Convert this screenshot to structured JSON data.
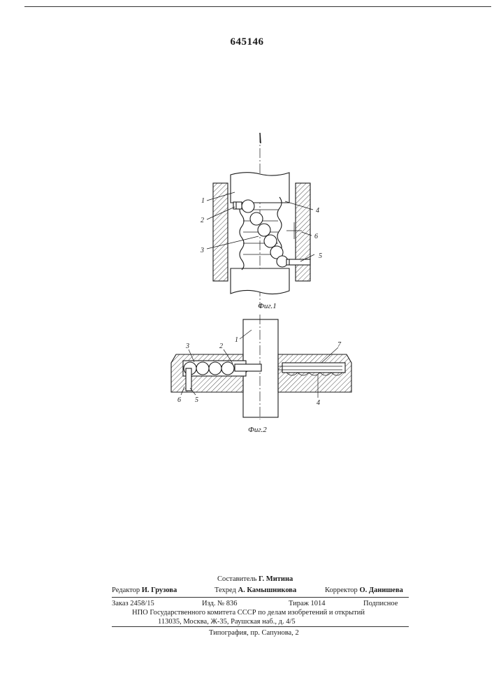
{
  "patent_number": "645146",
  "figures": {
    "fig1": {
      "caption": "Фиг.1",
      "labels": {
        "shaft": "1",
        "stop": "2",
        "ball": "3",
        "groove": "4",
        "pin": "5",
        "housing": "6"
      }
    },
    "fig2": {
      "caption": "Фиг.2",
      "labels": {
        "shaft": "1",
        "stop": "2",
        "ball": "3",
        "groove": "4",
        "pin": "5",
        "housing": "6",
        "channel": "7"
      }
    }
  },
  "imprint": {
    "composer": {
      "label": "Составитель",
      "name": "Г. Митина"
    },
    "editor": {
      "label": "Редактор",
      "name": "И. Грузова"
    },
    "techred": {
      "label": "Техред",
      "name": "А. Камышникова"
    },
    "corrector": {
      "label": "Корректор",
      "name": "О. Данишева"
    },
    "order": "Заказ 2458/15",
    "edition": "Изд. № 836",
    "circulation": "Тираж 1014",
    "subscription": "Подписное",
    "org_line1": "НПО Государственного комитета СССР по делам изобретений и открытий",
    "org_line2": "113035, Москва, Ж-35, Раушская наб., д. 4/5",
    "printer": "Типография, пр. Сапунова, 2"
  }
}
